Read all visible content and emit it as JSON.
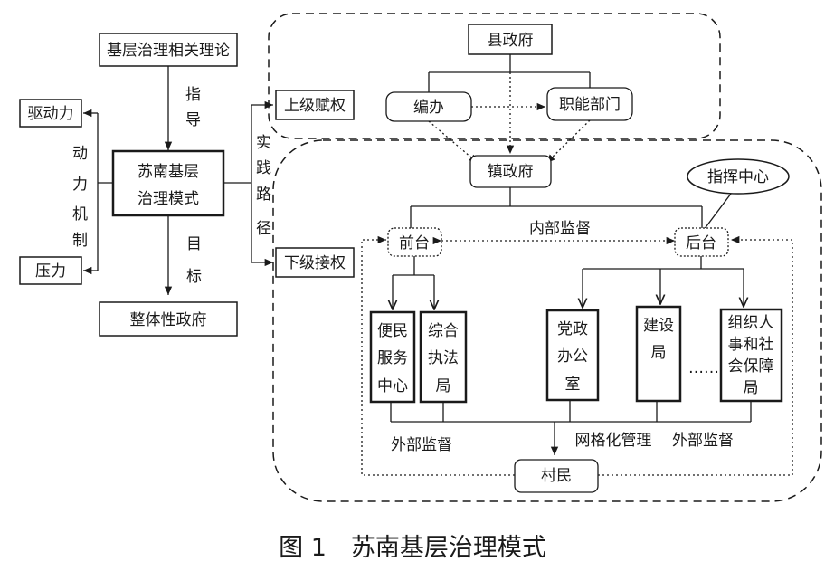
{
  "diagram": {
    "theory": "基层治理相关理论",
    "guide": [
      "指",
      "导"
    ],
    "model": [
      "苏南基层",
      "治理模式"
    ],
    "goal_label": [
      "目",
      "标"
    ],
    "whole_gov": "整体性政府",
    "drive": "驱动力",
    "pressure": "压力",
    "mechanism": [
      "动",
      "力",
      "机",
      "制"
    ],
    "upper_empower": "上级赋权",
    "lower_receive": "下级接权",
    "practice_path": [
      "实",
      "践",
      "路",
      "径"
    ],
    "county_gov": "县政府",
    "staffing_office": "编办",
    "functional_depts": "职能部门",
    "town_gov": "镇政府",
    "command_center": "指挥中心",
    "front_office": "前台",
    "back_office": "后台",
    "internal_supervision": "内部监督",
    "service_center": [
      "便民",
      "服务",
      "中心"
    ],
    "law_enforcement": [
      "综合",
      "执法",
      "局"
    ],
    "party_office": [
      "党政",
      "办公",
      "室"
    ],
    "construction": [
      "建设",
      "局"
    ],
    "ellipsis": "……",
    "personnel_bureau": [
      "组织人",
      "事和社",
      "会保障",
      "局"
    ],
    "external_supervision_left": "外部监督",
    "grid_management": "网格化管理",
    "external_supervision_right": "外部监督",
    "villagers": "村民"
  },
  "caption": "图 1　苏南基层治理模式"
}
